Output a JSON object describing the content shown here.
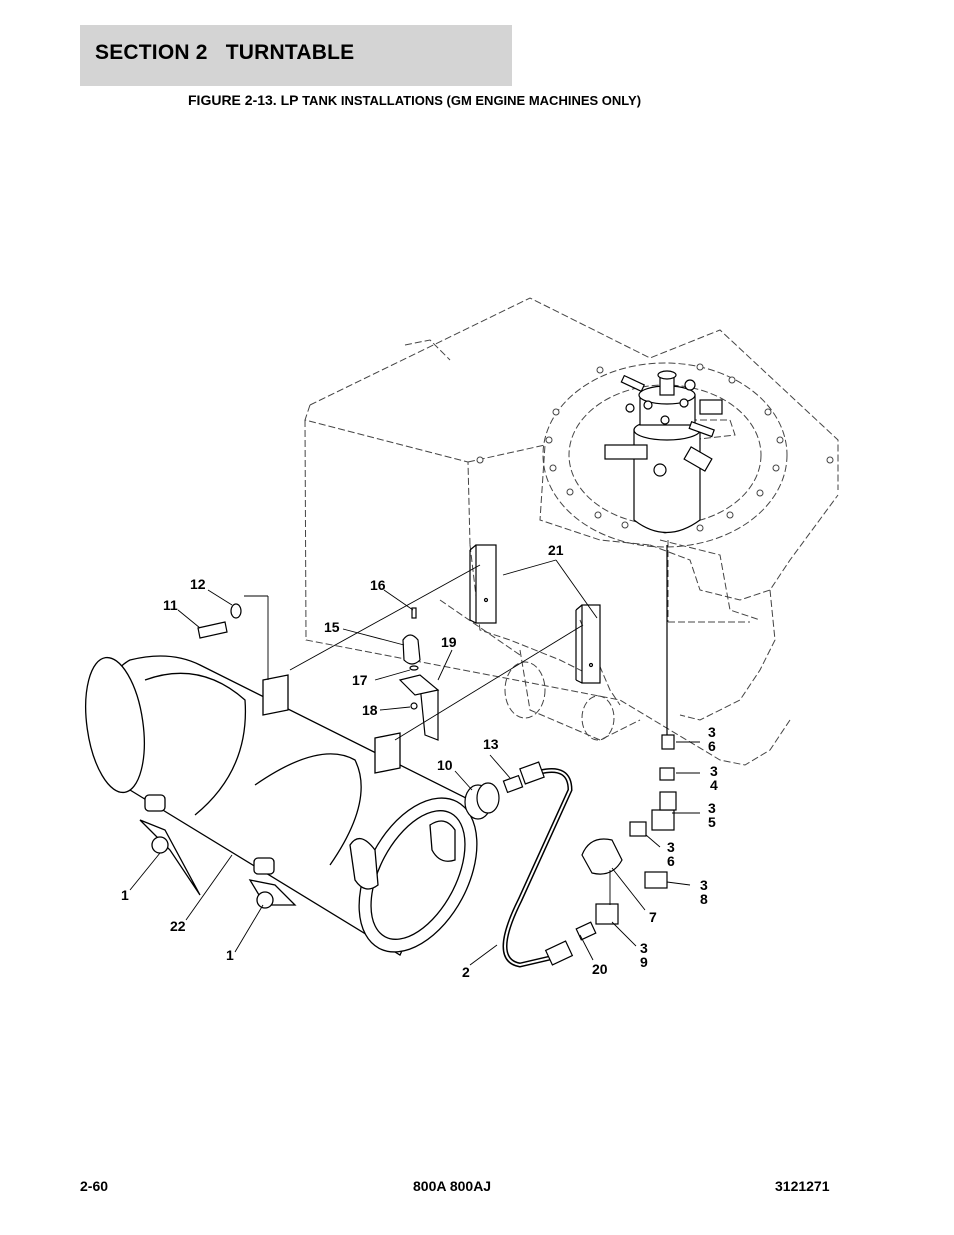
{
  "header": {
    "section": "SECTION 2   TURNTABLE",
    "figure_prefix": "FIGURE 2-13. LP",
    "figure_rest": " TANK INSTALLATIONS (GM ENGINE MACHINES ONLY)"
  },
  "callouts": [
    {
      "id": "c12",
      "text": "12"
    },
    {
      "id": "c11",
      "text": "11"
    },
    {
      "id": "c16",
      "text": "16"
    },
    {
      "id": "c15",
      "text": "15"
    },
    {
      "id": "c19",
      "text": "19"
    },
    {
      "id": "c17",
      "text": "17"
    },
    {
      "id": "c18",
      "text": "18"
    },
    {
      "id": "c21",
      "text": "21"
    },
    {
      "id": "c13",
      "text": "13"
    },
    {
      "id": "c10",
      "text": "10"
    },
    {
      "id": "c1a",
      "text": "1"
    },
    {
      "id": "c22",
      "text": "22"
    },
    {
      "id": "c1b",
      "text": "1"
    },
    {
      "id": "c2",
      "text": "2"
    },
    {
      "id": "c20",
      "text": "20"
    },
    {
      "id": "c36a",
      "text": "3\n6"
    },
    {
      "id": "c34",
      "text": "3\n4"
    },
    {
      "id": "c35",
      "text": "3\n5"
    },
    {
      "id": "c36b",
      "text": "3\n6"
    },
    {
      "id": "c38",
      "text": "3\n8"
    },
    {
      "id": "c7",
      "text": "7"
    },
    {
      "id": "c39",
      "text": "3\n9"
    }
  ],
  "footer": {
    "page": "2-60",
    "model": "800A 800AJ",
    "doc_number": "3121271"
  }
}
